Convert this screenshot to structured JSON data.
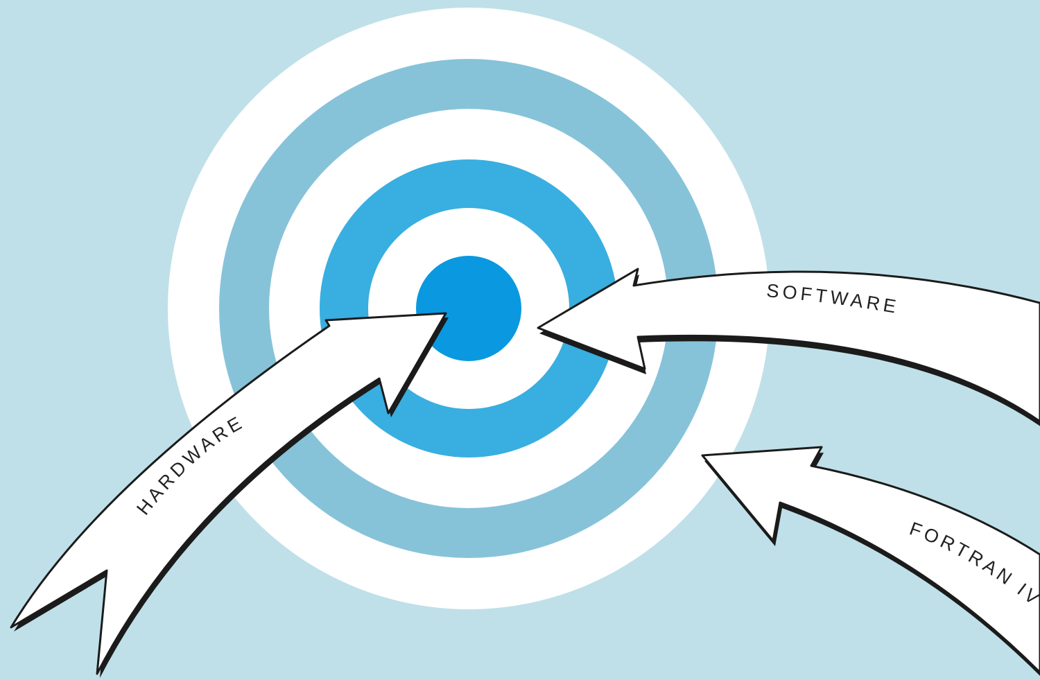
{
  "labels": {
    "hardware": "HARDWARE",
    "software": "SOFTWARE",
    "fortran": "FORTRAN IV"
  },
  "colors": {
    "background": "#bfe0e8",
    "ring_white": "#ffffff",
    "ring_light_blue": "#86c3d9",
    "ring_mid_blue": "#39aee0",
    "bullseye": "#0a98e0",
    "arrow_fill": "#ffffff",
    "arrow_outline": "#1b1b1b"
  }
}
